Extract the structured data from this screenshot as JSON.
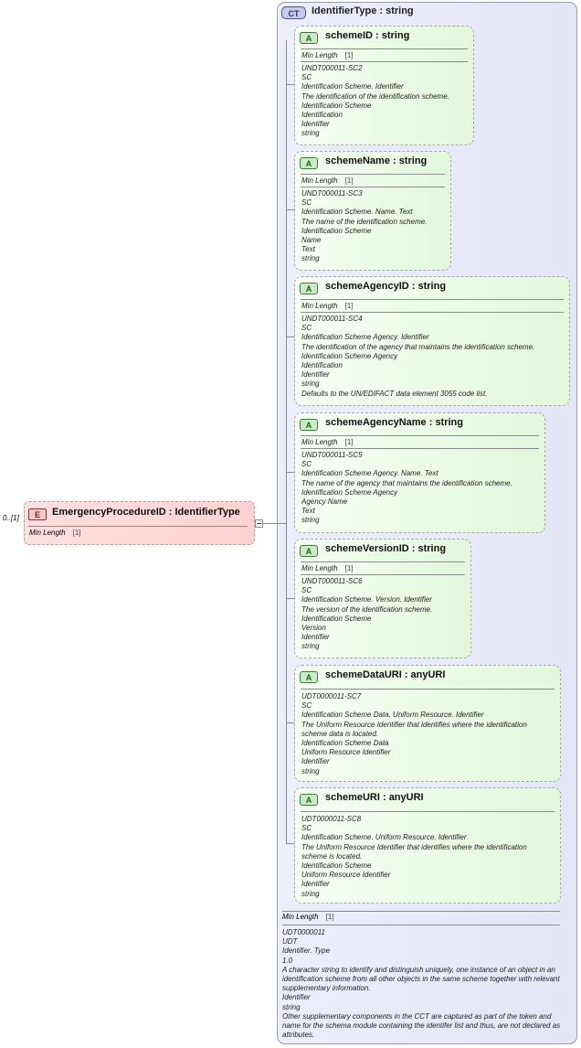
{
  "complex_type": {
    "badge": "CT",
    "title": "IdentifierType : string",
    "facet_label": "Min Length",
    "facet_value": "[1]",
    "doc": [
      "UDT0000011",
      "UDT",
      "Identifier. Type",
      "1.0",
      "A character string to identify and distinguish uniquely, one instance of an object in an identification scheme from all other objects in the same scheme together with relevant supplementary information.",
      "Identifier",
      "string",
      "Other supplementary components in the CCT are captured as part of the token and name for the schema module containing the identifer list and thus, are not declared as attributes."
    ]
  },
  "element": {
    "badge": "E",
    "title": "EmergencyProcedureID : IdentifierType",
    "cardinality": "0..[1]",
    "facet_label": "Min Length",
    "facet_value": "[1]"
  },
  "attributes": [
    {
      "badge": "A",
      "name": "schemeID : string",
      "facet_label": "Min Length",
      "facet_value": "[1]",
      "doc": [
        "UNDT000011-SC2",
        "SC",
        "Identification Scheme. Identifier",
        "The identification of the identification scheme.",
        "Identification Scheme",
        "Identification",
        "Identifier",
        "string"
      ]
    },
    {
      "badge": "A",
      "name": "schemeName : string",
      "facet_label": "Min Length",
      "facet_value": "[1]",
      "doc": [
        "UNDT000011-SC3",
        "SC",
        "Identification Scheme. Name. Text",
        "The name of the identification scheme.",
        "Identification Scheme",
        "Name",
        "Text",
        "string"
      ]
    },
    {
      "badge": "A",
      "name": "schemeAgencyID : string",
      "facet_label": "Min Length",
      "facet_value": "[1]",
      "doc": [
        "UNDT000011-SC4",
        "SC",
        "Identification Scheme Agency. Identifier",
        "The identification of the agency that maintains the identification scheme.",
        "Identification Scheme Agency",
        "Identification",
        "Identifier",
        "string",
        "Defaults to the UN/EDIFACT data element 3055 code list."
      ]
    },
    {
      "badge": "A",
      "name": "schemeAgencyName : string",
      "facet_label": "Min Length",
      "facet_value": "[1]",
      "doc": [
        "UNDT000011-SC5",
        "SC",
        "Identification Scheme Agency. Name. Text",
        "The name of the agency that maintains the identification scheme.",
        "Identification Scheme Agency",
        "Agency Name",
        "Text",
        "string"
      ]
    },
    {
      "badge": "A",
      "name": "schemeVersionID : string",
      "facet_label": "Min Length",
      "facet_value": "[1]",
      "doc": [
        "UNDT000011-SC6",
        "SC",
        "Identification Scheme. Version. Identifier",
        "The version of the identification scheme.",
        "Identification Scheme",
        "Version",
        "Identifier",
        "string"
      ]
    },
    {
      "badge": "A",
      "name": "schemeDataURI : anyURI",
      "facet_label": "",
      "facet_value": "",
      "doc": [
        "UDT0000011-SC7",
        "SC",
        "Identification Scheme Data. Uniform Resource. Identifier",
        "The Uniform Resource Identifier that identifies where the identification",
        "scheme data is located.",
        "Identification Scheme Data",
        "Uniform Resource Identifier",
        "Identifier",
        "string"
      ]
    },
    {
      "badge": "A",
      "name": "schemeURI : anyURI",
      "facet_label": "",
      "facet_value": "",
      "doc": [
        "UDT0000011-SC8",
        "SC",
        "Identification Scheme. Uniform Resource. Identifier",
        "The Uniform Resource Identifier that identifies where the identification",
        "scheme is located.",
        "Identification Scheme",
        "Uniform Resource Identifier",
        "Identifier",
        "string"
      ]
    }
  ]
}
